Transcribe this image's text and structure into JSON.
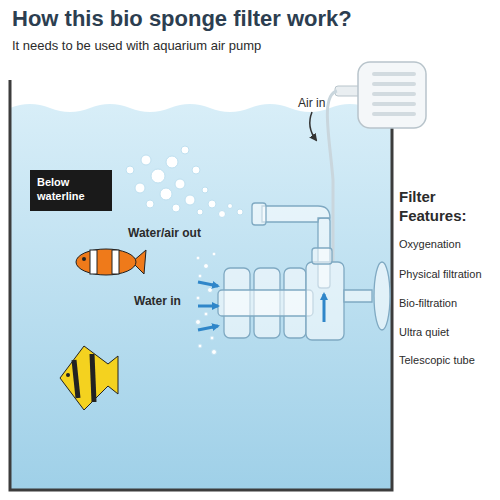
{
  "diagram": {
    "title": "How this bio sponge filter work?",
    "nodes": [
      {
        "text": [
          "Below waterline"
        ]
      }
    ],
    "labels": [
      "It needs to be used with aquarium air pump",
      "Air in",
      "Water/air out",
      "Water in",
      "Filter Features:",
      "Oxygenation",
      "Physical filtration",
      "Bio-filtration",
      "Ultra quiet",
      "Telescopic tube"
    ]
  }
}
